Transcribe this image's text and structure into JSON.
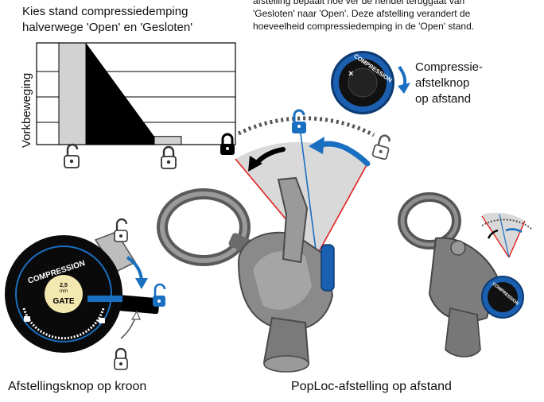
{
  "chart": {
    "title_line1": "Kies stand compressiedemping",
    "title_line2": "halverwege 'Open' en 'Gesloten'",
    "ylabel": "Vorkbeweging"
  },
  "intro": {
    "line1": "afstelling bepaalt hoe ver de hendel teruggaat van",
    "line2": "'Gesloten' naar 'Open'. Deze afstelling verandert de",
    "line3": "hoeveelheid compressiedemping in de 'Open' stand."
  },
  "remote_knob": {
    "label_line1": "Compressie-",
    "label_line2": "afstelknop",
    "label_line3": "op afstand",
    "dial_text": "COMPRESSION"
  },
  "crown_dial": {
    "ring_text": "COMPRESSION",
    "center_line1": "2,5",
    "center_line2": "mm",
    "center_line3": "GATE"
  },
  "captions": {
    "left": "Afstellingsknop op kroon",
    "right": "PopLoc-afstelling op afstand"
  },
  "colors": {
    "accent_blue": "#1a6fc0",
    "indicator_red": "#e0201e",
    "chart_fill_gray": "#d2d2d2",
    "chart_fill_black": "#000000"
  },
  "chart_data": {
    "type": "bar",
    "series": [
      {
        "values": [
          5,
          0.4
        ]
      }
    ],
    "ylim": [
      0,
      5
    ],
    "grid": true
  }
}
